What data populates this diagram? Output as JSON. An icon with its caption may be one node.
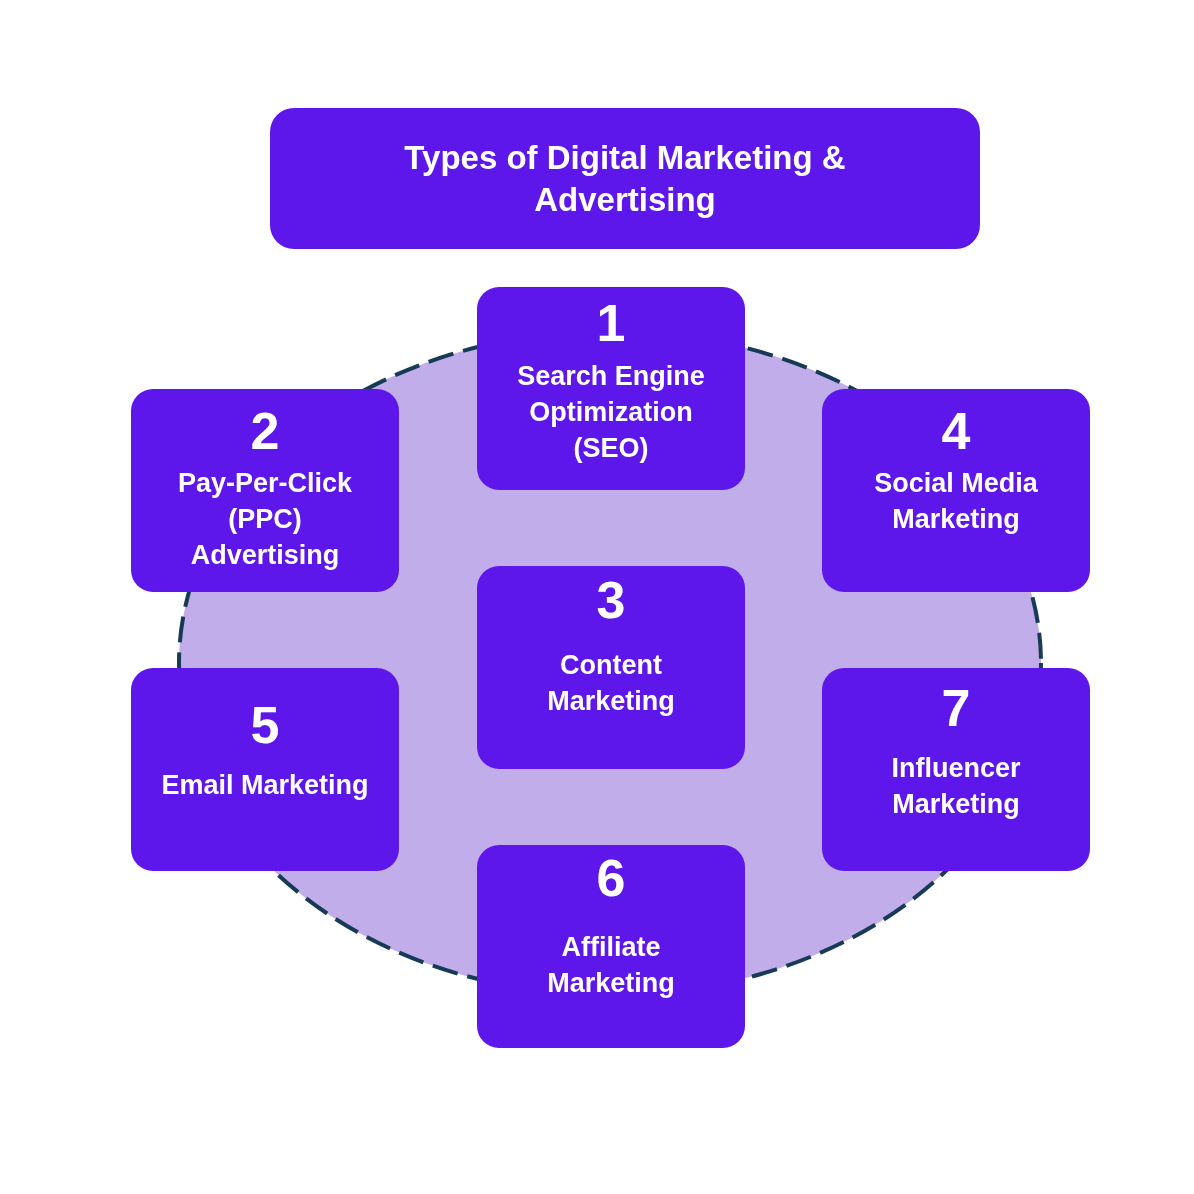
{
  "diagram": {
    "title": "Types of Digital Marketing & Advertising",
    "nodes": [
      {
        "text": [
          "1",
          "Search Engine Optimization (SEO)"
        ]
      },
      {
        "text": [
          "2",
          "Pay-Per-Click (PPC) Advertising"
        ]
      },
      {
        "text": [
          "3",
          "Content Marketing"
        ]
      },
      {
        "text": [
          "4",
          "Social Media Marketing"
        ]
      },
      {
        "text": [
          "5",
          "Email Marketing"
        ]
      },
      {
        "text": [
          "6",
          "Affiliate Marketing"
        ]
      },
      {
        "text": [
          "7",
          "Influencer Marketing"
        ]
      }
    ]
  }
}
